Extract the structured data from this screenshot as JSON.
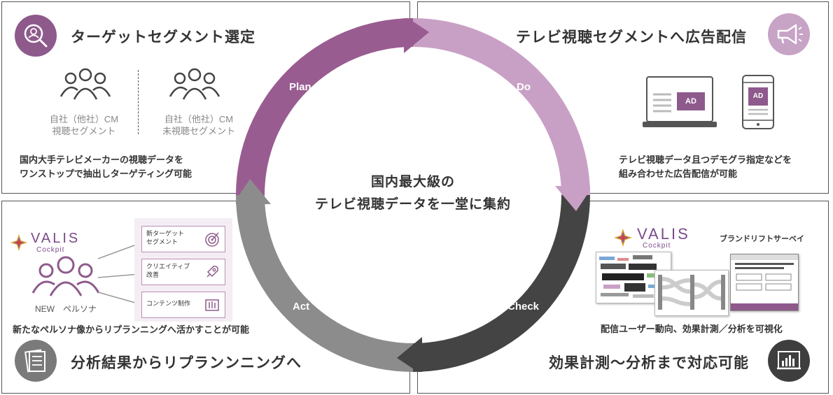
{
  "center": {
    "line1": "国内最大級の",
    "line2": "テレビ視聴データを一堂に集約"
  },
  "phases": {
    "plan": "Plan",
    "do": "Do",
    "check": "Check",
    "act": "Act"
  },
  "plan_panel": {
    "title": "ターゲットセグメント選定",
    "seg1": {
      "line1": "自社（他社）CM",
      "line2": "視聴セグメント"
    },
    "seg2": {
      "line1": "自社（他社）CM",
      "line2": "未視聴セグメント"
    },
    "desc_line1": "国内大手テレビメーカーの視聴データを",
    "desc_line2": "ワンストップで抽出しターゲティング可能"
  },
  "do_panel": {
    "title": "テレビ視聴セグメントへ広告配信",
    "ad_label": "AD",
    "desc_line1": "テレビ視聴データ且つデモグラ指定などを",
    "desc_line2": "組み合わせた広告配信が可能"
  },
  "act_panel": {
    "logo": "VALIS",
    "logo_sub": "Cockpit",
    "persona_label": "NEW　ペルソナ",
    "items": [
      {
        "line1": "新ターゲット",
        "line2": "セグメント"
      },
      {
        "line1": "クリエイティブ",
        "line2": "改善"
      },
      {
        "line1": "コンテンツ制作",
        "line2": ""
      }
    ],
    "desc": "新たなペルソナ像からリプランニングへ活かすことが可能",
    "title": "分析結果からリプランンニングへ"
  },
  "check_panel": {
    "logo": "VALIS",
    "logo_sub": "Cockpit",
    "survey_label": "ブランドリフトサーベイ",
    "desc": "配信ユーザー動向、効果計測／分析を可視化",
    "title": "効果計測〜分析まで対応可能"
  },
  "colors": {
    "plan": "#995c91",
    "do": "#c9a0c5",
    "check": "#444444",
    "act": "#8c8c8c",
    "icon_purple": "#8e5a8c",
    "icon_light": "#c7a3c6",
    "icon_gray": "#7a7a7a",
    "icon_dark": "#3e3e3e"
  }
}
